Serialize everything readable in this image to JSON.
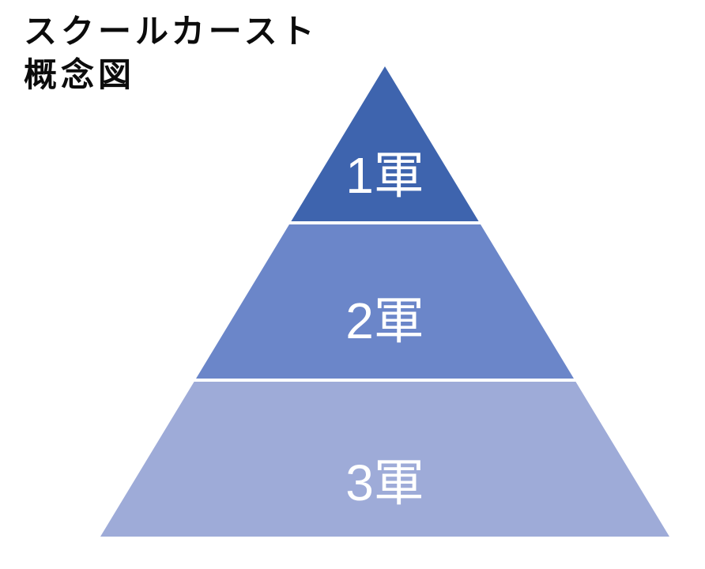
{
  "title": {
    "text": "スクールカースト\n概念図"
  },
  "chart_data": {
    "type": "pyramid",
    "title": "スクールカースト概念図",
    "levels": [
      {
        "rank": 1,
        "label": "1軍",
        "color": "#3E64AE"
      },
      {
        "rank": 2,
        "label": "2軍",
        "color": "#6B86C9"
      },
      {
        "rank": 3,
        "label": "3軍",
        "color": "#9EABD8"
      }
    ],
    "label_color": "#ffffff",
    "divider_color": "#ffffff",
    "background": "#ffffff",
    "orientation": "apex-top",
    "legend": "none"
  }
}
